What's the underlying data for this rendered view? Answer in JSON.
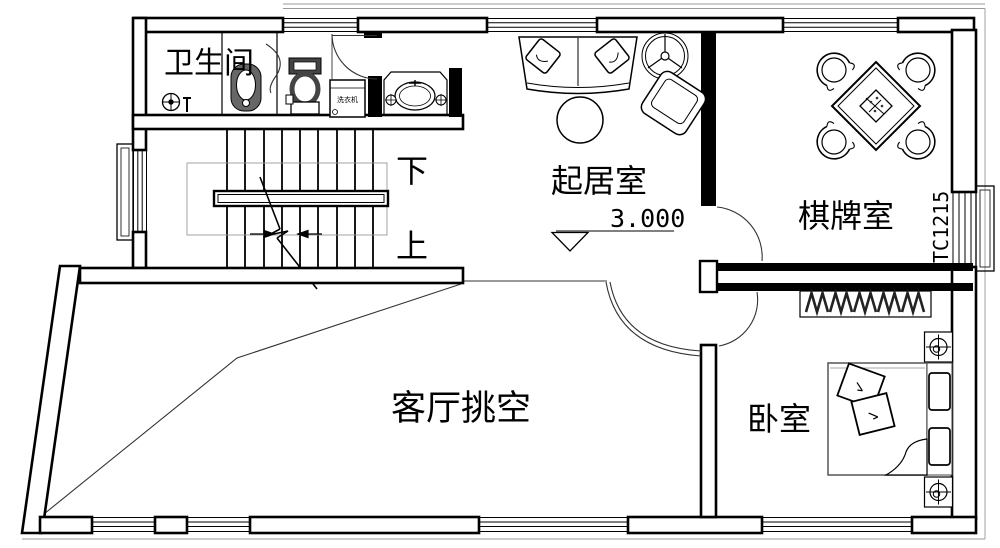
{
  "plan": {
    "rooms": {
      "bathroom": "卫生间",
      "living": "起居室",
      "chess": "棋牌室",
      "void": "客厅挑空",
      "bedroom": "卧室"
    },
    "stairs": {
      "down": "下",
      "up": "上"
    },
    "elevation": "3.000",
    "window_code": "TC1215",
    "appliances": {
      "washing_machine": "洗衣机"
    },
    "colors": {
      "wall": "#000000",
      "line": "#333333",
      "light": "#999999"
    }
  }
}
